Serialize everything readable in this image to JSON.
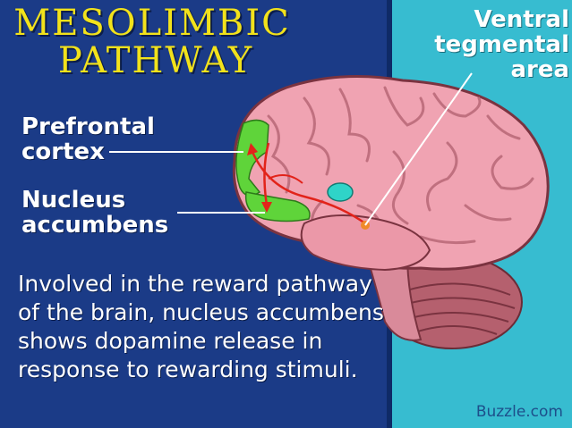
{
  "title": {
    "line1": "MESOLIMBIC",
    "line2": "PATHWAY"
  },
  "labels": {
    "prefrontal": "Prefrontal cortex",
    "nucleus": "Nucleus accumbens",
    "vta": "Ventral tegmental area"
  },
  "description": "Involved in the reward pathway of the brain, nucleus accumbens shows dopamine release in response to rewarding stimuli.",
  "watermark": "Buzzle.com",
  "colors": {
    "left_panel": "#1b3b87",
    "right_panel": "#37bcd0",
    "title": "#f2e21b",
    "brain": "#f0a3b2",
    "cortex_highlight": "#5fd43a",
    "pathway": "#e2231a",
    "vta_marker": "#f08a2a",
    "nucleus_marker": "#2fd4c8"
  }
}
